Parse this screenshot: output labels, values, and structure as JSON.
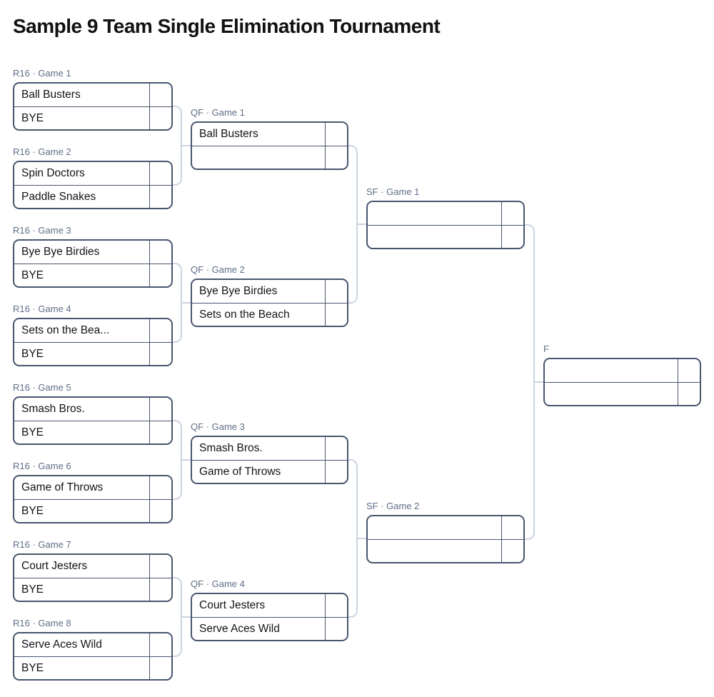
{
  "page": {
    "title": "Sample 9 Team Single Elimination Tournament"
  },
  "colors": {
    "background": "#ffffff",
    "box_border": "#47566e",
    "connector_line": "#cbd4e0",
    "round_label_text": "#5e6e88",
    "team_text": "#111318",
    "title_text": "#111111"
  },
  "bracket": {
    "round_names": [
      "R16",
      "QF",
      "SF",
      "F"
    ],
    "matches": [
      {
        "label": "R16 · Game 1",
        "teams": [
          "Ball Busters",
          "BYE"
        ],
        "scores": [
          "",
          ""
        ]
      },
      {
        "label": "R16 · Game 2",
        "teams": [
          "Spin Doctors",
          "Paddle Snakes"
        ],
        "scores": [
          "",
          ""
        ]
      },
      {
        "label": "R16 · Game 3",
        "teams": [
          "Bye Bye Birdies",
          "BYE"
        ],
        "scores": [
          "",
          ""
        ]
      },
      {
        "label": "R16 · Game 4",
        "teams": [
          "Sets on the Bea...",
          "BYE"
        ],
        "scores": [
          "",
          ""
        ]
      },
      {
        "label": "R16 · Game 5",
        "teams": [
          "Smash Bros.",
          "BYE"
        ],
        "scores": [
          "",
          ""
        ]
      },
      {
        "label": "R16 · Game 6",
        "teams": [
          "Game of Throws",
          "BYE"
        ],
        "scores": [
          "",
          ""
        ]
      },
      {
        "label": "R16 · Game 7",
        "teams": [
          "Court Jesters",
          "BYE"
        ],
        "scores": [
          "",
          ""
        ]
      },
      {
        "label": "R16 · Game 8",
        "teams": [
          "Serve Aces Wild",
          "BYE"
        ],
        "scores": [
          "",
          ""
        ]
      },
      {
        "label": "QF · Game 1",
        "teams": [
          "Ball Busters",
          ""
        ],
        "scores": [
          "",
          ""
        ]
      },
      {
        "label": "QF · Game 2",
        "teams": [
          "Bye Bye Birdies",
          "Sets on the Beach"
        ],
        "scores": [
          "",
          ""
        ]
      },
      {
        "label": "QF · Game 3",
        "teams": [
          "Smash Bros.",
          "Game of Throws"
        ],
        "scores": [
          "",
          ""
        ]
      },
      {
        "label": "QF · Game 4",
        "teams": [
          "Court Jesters",
          "Serve Aces Wild"
        ],
        "scores": [
          "",
          ""
        ]
      },
      {
        "label": "SF · Game 1",
        "teams": [
          "",
          ""
        ],
        "scores": [
          "",
          ""
        ]
      },
      {
        "label": "SF · Game 2",
        "teams": [
          "",
          ""
        ],
        "scores": [
          "",
          ""
        ]
      },
      {
        "label": "F",
        "teams": [
          "",
          ""
        ],
        "scores": [
          "",
          ""
        ]
      }
    ]
  }
}
